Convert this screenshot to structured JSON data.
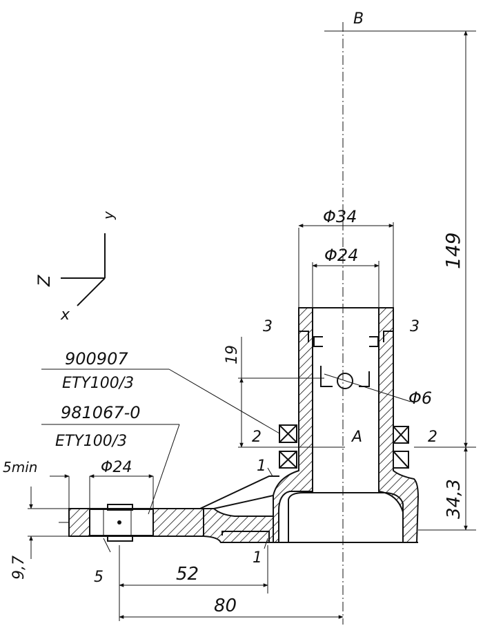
{
  "labels": {
    "B": "B",
    "A": "A",
    "axis_y": "y",
    "axis_z": "Z",
    "axis_x": "x",
    "d34": "Φ34",
    "d24_top": "Φ24",
    "d6": "Φ6",
    "d24_left": "Φ24",
    "dim149": "149",
    "dim19": "19",
    "dim343": "34,3",
    "dim97": "9,7",
    "dim52": "52",
    "dim80": "80",
    "min5": "5min",
    "n3_left": "3",
    "n3_right": "3",
    "n2_left": "2",
    "n2_right": "2",
    "n1_upper": "1",
    "n1_lower": "1",
    "n5": "5",
    "part1_code": "900907",
    "part1_spec": "ETY100/3",
    "part2_code": "981067-0",
    "part2_spec": "ETY100/3"
  }
}
